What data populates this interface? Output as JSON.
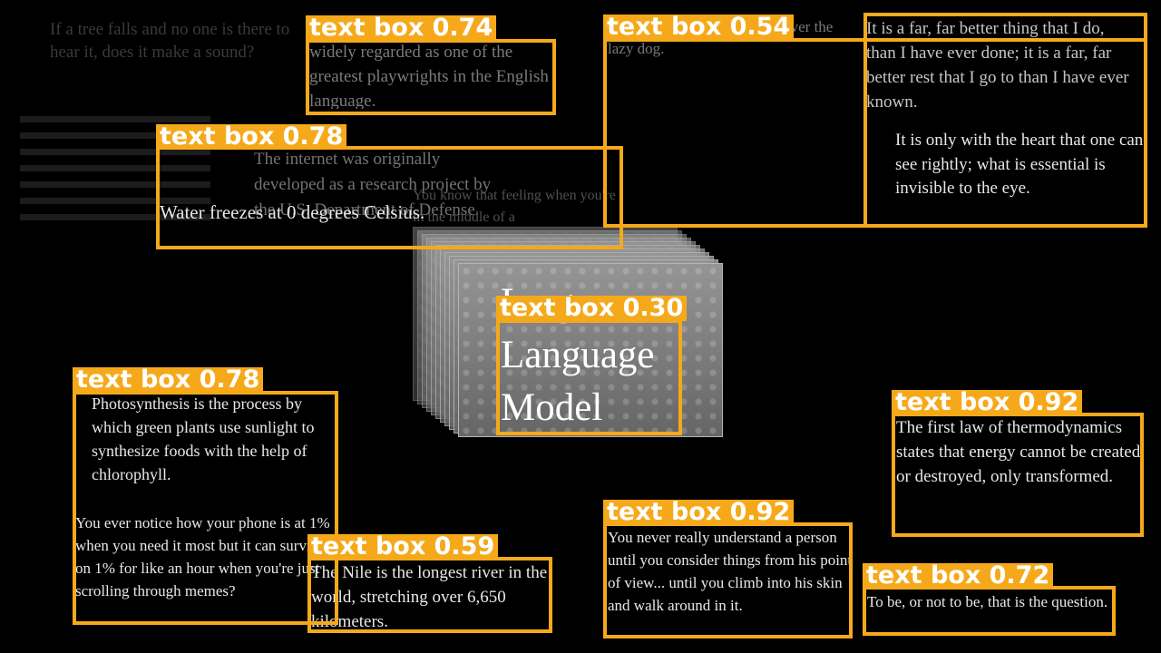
{
  "background_texts": [
    {
      "id": "bg1",
      "text": "If a tree falls and no one is there to hear it, does it make a sound?"
    },
    {
      "id": "bg2",
      "text": "You know that feeling when you're in the middle of a"
    }
  ],
  "center_title": "Large Language Model",
  "texts": {
    "playwright": "widely regarded as one of the greatest playwrights in the English language.",
    "lazydog": "The quick brown fox jumps over the lazy dog.",
    "farbetter": "It is a far, far better thing that I do, than I have ever done; it is a far, far better rest that I go to than I have ever known.",
    "heart": "It is only with the heart that one can see rightly; what is essential is invisible to the eye.",
    "internet": "The internet was originally developed as a research project by the U.S. Department of Defense.",
    "water": "Water freezes at 0 degrees Celsius.",
    "photosynthesis": "Photosynthesis is the process by which green plants use sunlight to synthesize foods with the help of chlorophyll.",
    "phone": "You ever notice how your phone is at 1% when you need it most but it can survive on 1% for like an hour when you're just scrolling through memes?",
    "nile": "The Nile is the longest river in the world, stretching over 6,650 kilometers.",
    "thermo": "The first law of thermodynamics states that energy cannot be created or destroyed, only transformed.",
    "understand": "You never really understand a person until you consider things from his point of view... until you climb into his skin and walk around in it.",
    "tobe": "To be, or not to be, that is the question."
  },
  "detections": [
    {
      "id": "d1",
      "label": "text box 0.74"
    },
    {
      "id": "d2",
      "label": "text box 0.54"
    },
    {
      "id": "d3",
      "label": "text box 0.78"
    },
    {
      "id": "d4",
      "label": "text box 0.30"
    },
    {
      "id": "d5",
      "label": "text box 0.78"
    },
    {
      "id": "d6",
      "label": "text box 0.92"
    },
    {
      "id": "d7",
      "label": "text box 0.92"
    },
    {
      "id": "d8",
      "label": "text box 0.59"
    },
    {
      "id": "d9",
      "label": "text box 0.72"
    }
  ],
  "colors": {
    "box": "#f5a91a",
    "background": "#000000"
  }
}
